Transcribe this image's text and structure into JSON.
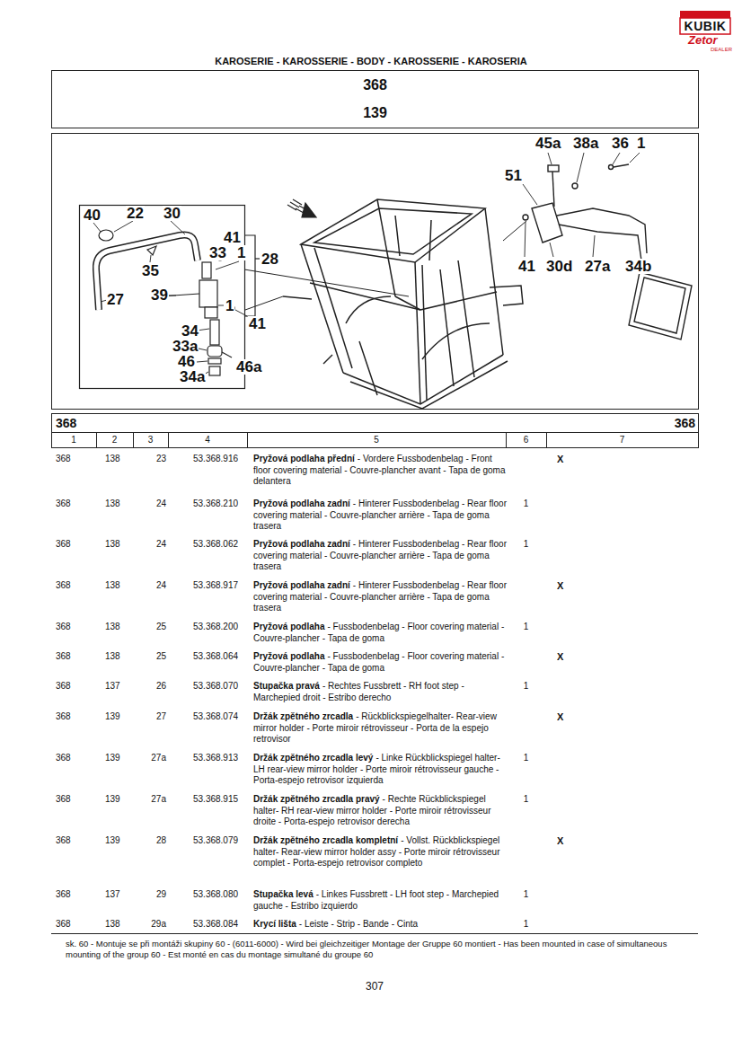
{
  "diagram": {
    "title": "KAROSERIE - KAROSSERIE - BODY - KAROSSERIE - KAROSERIA",
    "nodes": [
      {
        "text": [
          "368"
        ]
      },
      {
        "text": [
          "139"
        ]
      }
    ],
    "labels": [
      "KUBIK",
      "Zetor",
      "DEALER",
      "45a",
      "38a",
      "36",
      "1",
      "51",
      "41",
      "30d",
      "27a",
      "34b",
      "40",
      "22",
      "30",
      "41",
      "33",
      "1",
      "28",
      "35",
      "27",
      "39",
      "1",
      "41",
      "34",
      "33a",
      "46",
      "46a",
      "34a",
      "368",
      "368",
      "1",
      "2",
      "3",
      "4",
      "5",
      "6",
      "7",
      "368",
      "138",
      "23",
      "53.368.916",
      "Pryžová podlaha přední",
      "- Vordere Fussbodenbelag - Front floor covering material - Couvre-plancher avant - Tapa de goma delantera",
      "X",
      "368",
      "138",
      "24",
      "53.368.210",
      "Pryžová podlaha zadní",
      "- Hinterer Fussbodenbelag - Rear floor covering material - Couvre-plancher arrière - Tapa de goma trasera",
      "1",
      "368",
      "138",
      "24",
      "53.368.062",
      "Pryžová podlaha zadní",
      "- Hinterer Fussbodenbelag - Rear floor covering material - Couvre-plancher arrière - Tapa de goma trasera",
      "1",
      "368",
      "138",
      "24",
      "53.368.917",
      "Pryžová podlaha zadní",
      "- Hinterer Fussbodenbelag - Rear floor covering material - Couvre-plancher arrière - Tapa de goma trasera",
      "X",
      "368",
      "138",
      "25",
      "53.368.200",
      "Pryžová podlaha",
      "- Fussbodenbelag - Floor covering material - Couvre-plancher - Tapa de goma",
      "1",
      "368",
      "138",
      "25",
      "53.368.064",
      "Pryžová podlaha",
      "- Fussbodenbelag - Floor covering material - Couvre-plancher - Tapa de goma",
      "X",
      "368",
      "137",
      "26",
      "53.368.070",
      "Stupačka pravá",
      "- Rechtes Fussbrett - RH foot step - Marchepied droit - Estribo derecho",
      "1",
      "368",
      "139",
      "27",
      "53.368.074",
      "Držák zpětného zrcadla",
      "- Rückblickspiegelhalter- Rear-view mirror holder - Porte miroir rétrovisseur - Porta de la espejo retrovisor",
      "X",
      "368",
      "139",
      "27a",
      "53.368.913",
      "Držák zpětného zrcadla levý",
      "- Linke Rückblickspiegel halter- LH rear-view mirror holder - Porte miroir rétrovisseur gauche - Porta-espejo retrovisor izquierda",
      "1",
      "368",
      "139",
      "27a",
      "53.368.915",
      "Držák zpětného zrcadla pravý",
      "- Rechte Rückblickspiegel halter- RH rear-view mirror holder - Porte miroir rétrovisseur droite - Porta-espejo retrovisor derecha",
      "1",
      "368",
      "139",
      "28",
      "53.368.079",
      "Držák zpětného zrcadla kompletní",
      "- Vollst. Rückblickspiegel halter- Rear-view mirror holder assy - Porte miroir rétrovisseur complet - Porta-espejo retrovisor completo",
      "X",
      "368",
      "137",
      "29",
      "53.368.080",
      "Stupačka levá",
      "- Linkes Fussbrett - LH foot step - Marchepied gauche - Estribo izquierdo",
      "1",
      "368",
      "138",
      "29a",
      "53.368.084",
      "Krycí lišta",
      "- Leiste - Strip - Bande - Cinta",
      "1",
      "sk. 60 - Montuje se při montáži skupiny 60 - (6011-6000) - Wird bei gleichzeitiger Montage der Gruppe 60 montiert - Has been mounted in case of simultaneous mounting of the group 60 - Est monté en cas du montage simultané du groupe 60",
      "307"
    ]
  }
}
